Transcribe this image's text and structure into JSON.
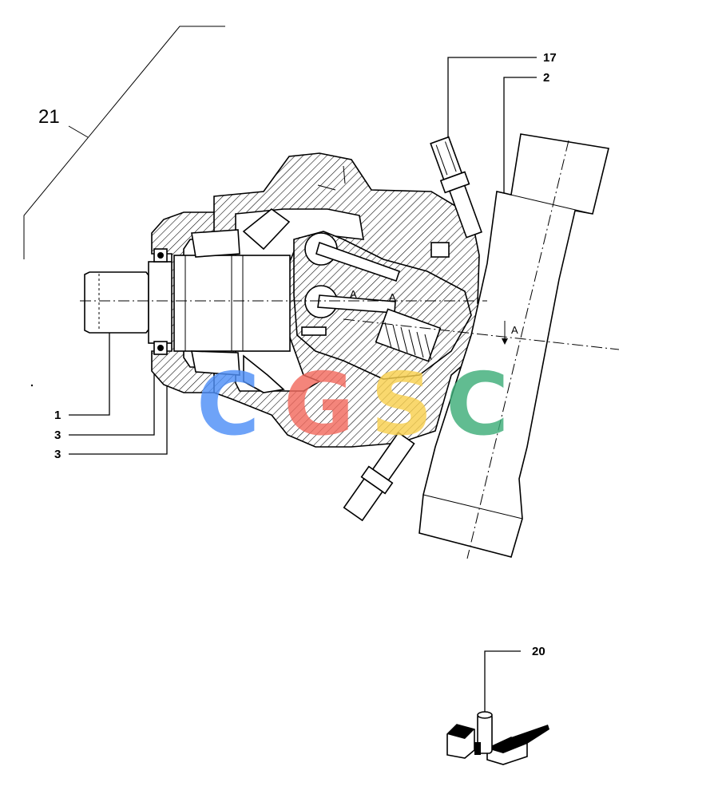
{
  "callouts": {
    "c21": "21",
    "c17": "17",
    "c2": "2",
    "c1": "1",
    "c3a": "3",
    "c3b": "3",
    "c20": "20"
  },
  "section_marks": {
    "a1": "A",
    "a2": "A",
    "a3": "A"
  },
  "watermark": {
    "letters": [
      "C",
      "G",
      "S",
      "C"
    ],
    "colors": [
      "#4f8ff7",
      "#f26b5f",
      "#f8d04f",
      "#3fae7a"
    ]
  }
}
